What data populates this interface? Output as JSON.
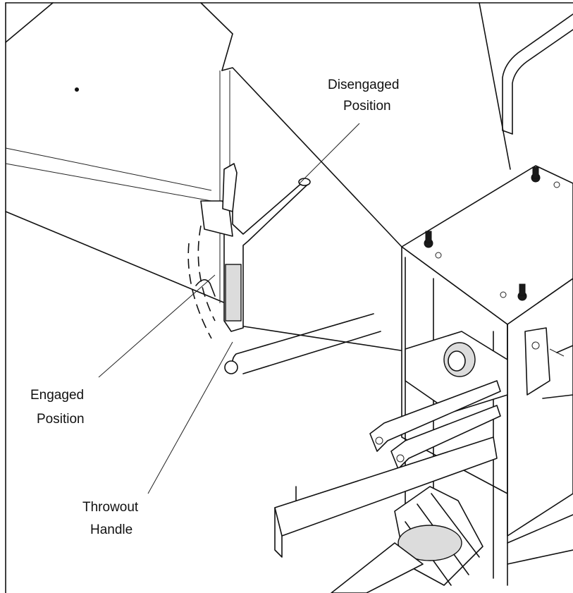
{
  "labels": {
    "disengaged_line1": "Disengaged",
    "disengaged_line2": "Position",
    "engaged_line1": "Engaged",
    "engaged_line2": "Position",
    "throwout_line1": "Throwout",
    "throwout_line2": "Handle"
  }
}
